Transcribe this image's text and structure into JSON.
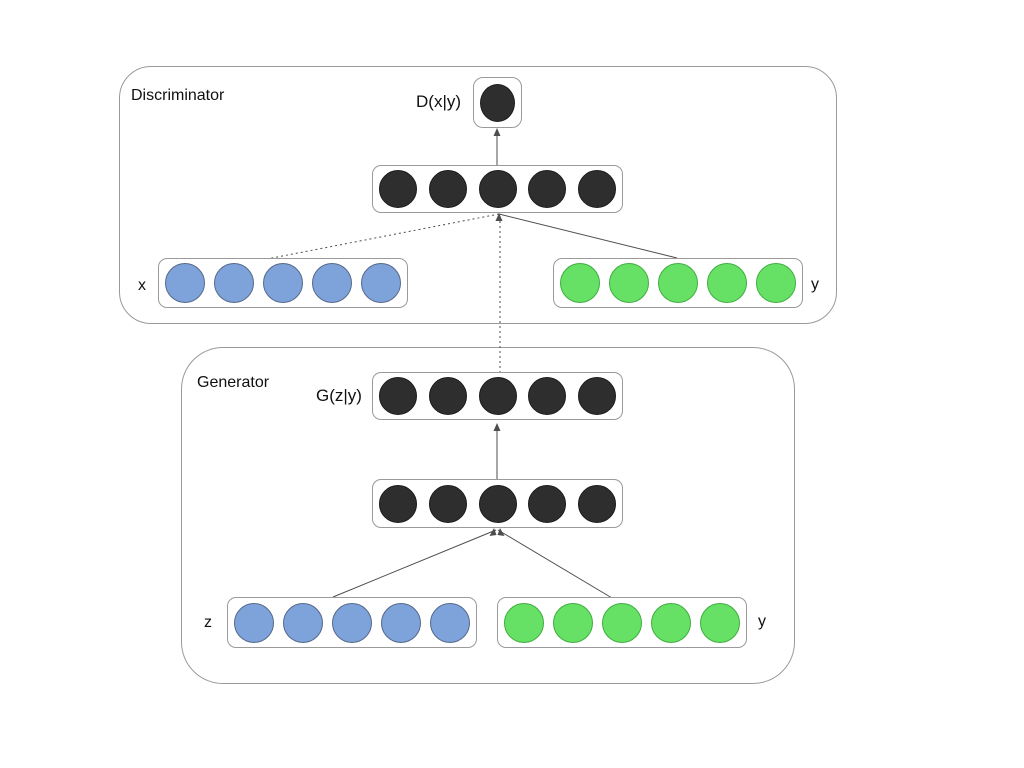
{
  "diagram": {
    "colors": {
      "node_dark": "#2e2e2e",
      "node_blue_fill": "#7ea3da",
      "node_blue_stroke": "#55688a",
      "node_green_fill": "#66e166",
      "node_green_stroke": "#3fae3f",
      "line": "#4d4d4d"
    },
    "discriminator": {
      "title": "Discriminator",
      "output_label": "D(x|y)",
      "output_layer": {
        "count": 1,
        "type": "dark"
      },
      "hidden_layer": {
        "count": 5,
        "type": "dark"
      },
      "x_layer": {
        "label": "x",
        "count": 5,
        "type": "blue"
      },
      "y_layer": {
        "label": "y",
        "count": 5,
        "type": "green"
      }
    },
    "generator": {
      "title": "Generator",
      "output_label": "G(z|y)",
      "output_layer": {
        "count": 5,
        "type": "dark"
      },
      "hidden_layer": {
        "count": 5,
        "type": "dark"
      },
      "z_layer": {
        "label": "z",
        "count": 5,
        "type": "blue"
      },
      "y_layer": {
        "label": "y",
        "count": 5,
        "type": "green"
      }
    }
  }
}
